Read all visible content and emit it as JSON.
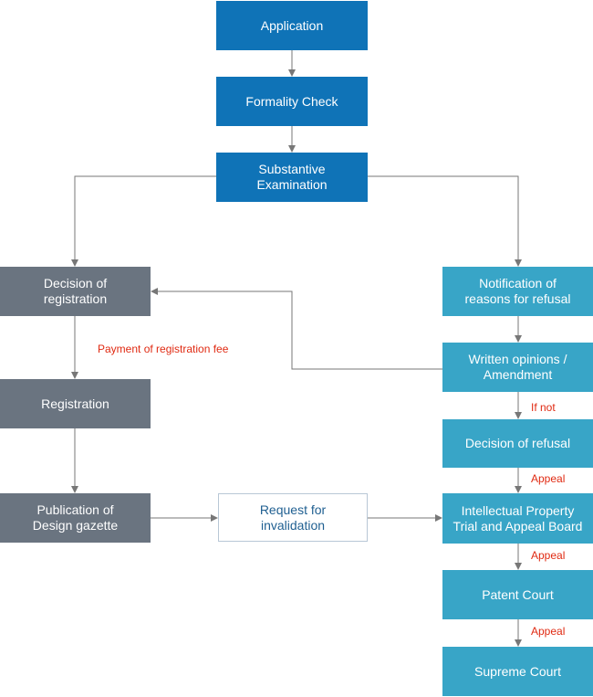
{
  "colors": {
    "main_flow": "#0f73b7",
    "registration_branch": "#6a7480",
    "refusal_branch": "#38a5c7",
    "annotation": "#e02a12",
    "connector": "#777777"
  },
  "steps": {
    "application": "Application",
    "formality_check": "Formality Check",
    "substantive_examination": "Substantive\nExamination",
    "decision_of_registration": "Decision of\nregistration",
    "registration": "Registration",
    "publication": "Publication of\nDesign gazette",
    "request_invalidation": "Request for\ninvalidation",
    "notification_refusal": "Notification of\nreasons for refusal",
    "written_opinions": "Written opinions /\nAmendment",
    "decision_of_refusal": "Decision of refusal",
    "iptab": "Intellectual Property\nTrial and Appeal Board",
    "patent_court": "Patent Court",
    "supreme_court": "Supreme Court"
  },
  "annotations": {
    "payment_fee": "Payment of registration fee",
    "if_not": "If not",
    "appeal_1": "Appeal",
    "appeal_2": "Appeal",
    "appeal_3": "Appeal"
  }
}
